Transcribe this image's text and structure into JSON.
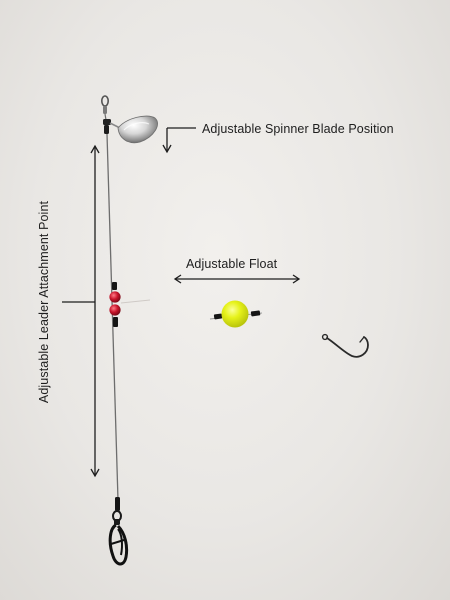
{
  "labels": {
    "spinner_blade": "Adjustable Spinner Blade Position",
    "float": "Adjustable Float",
    "leader_attachment": "Adjustable Leader Attachment Point"
  },
  "colors": {
    "background": "#e9e7e4",
    "float": "#e6f21a",
    "beads": "#c8142a",
    "annotation": "#1e1e1e",
    "line": "#6d6d6d"
  }
}
